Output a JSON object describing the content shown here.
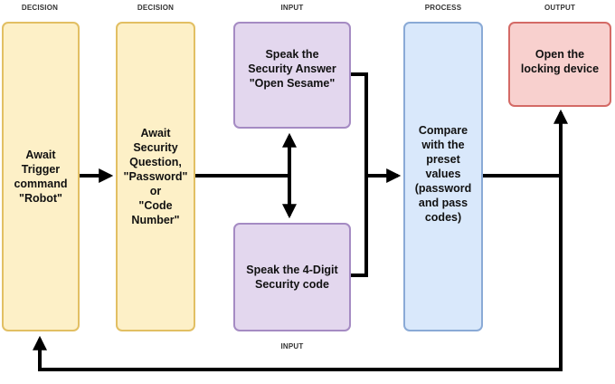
{
  "headers": {
    "col1": "DECISION",
    "col2": "DECISION",
    "input_top": "INPUT",
    "process": "PROCESS",
    "output": "OUTPUT",
    "input_bottom": "INPUT"
  },
  "nodes": {
    "trigger": "Await\nTrigger\ncommand\n\"Robot\"",
    "security_question": "Await\nSecurity\nQuestion,\n\"Password\"\nor\n\"Code\nNumber\"",
    "speak_answer": "Speak the\nSecurity Answer\n\"Open Sesame\"",
    "speak_code": "Speak the 4-Digit\nSecurity code",
    "compare": "Compare\nwith the\npreset\nvalues\n(password\nand pass\ncodes)",
    "open_lock": "Open the\nlocking device"
  },
  "colors": {
    "decision_fill": "#fdf0c7",
    "decision_border": "#e2bf63",
    "input_fill": "#e3d7ee",
    "input_border": "#a58bc3",
    "process_fill": "#d9e8fb",
    "process_border": "#8aaad6",
    "output_fill": "#f8d0ce",
    "output_border": "#d46a66",
    "connector": "#000000"
  }
}
